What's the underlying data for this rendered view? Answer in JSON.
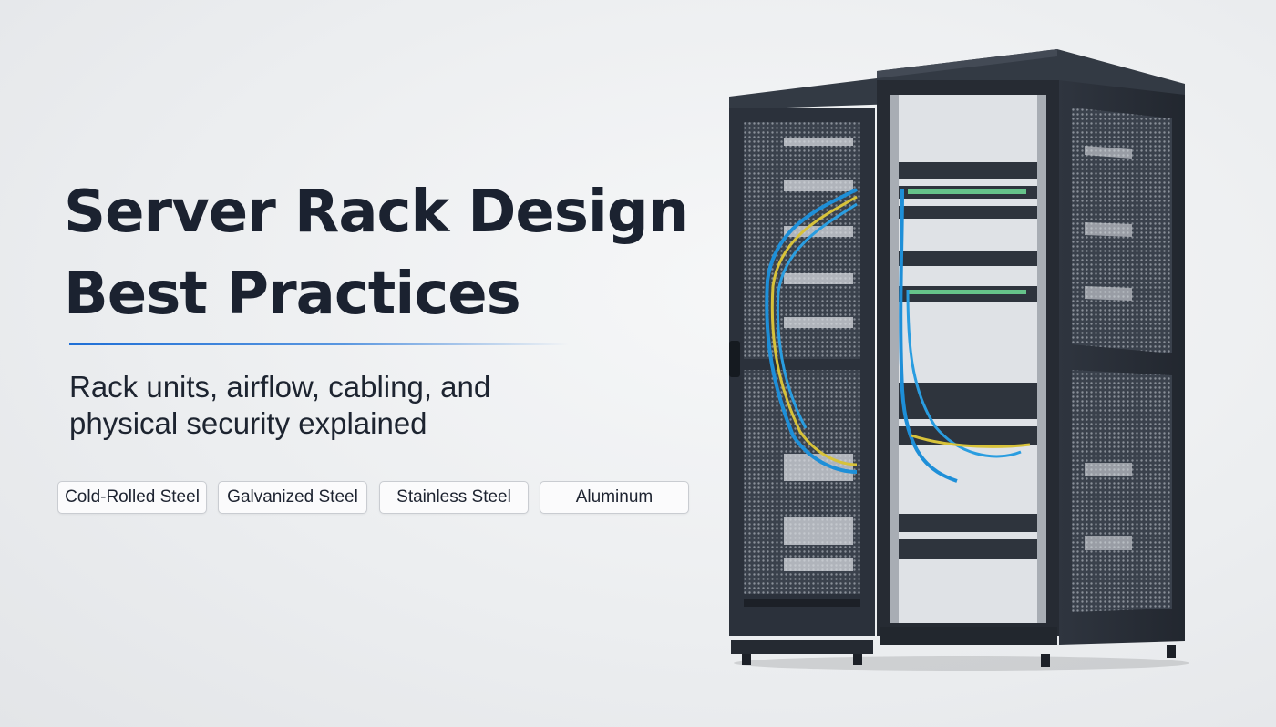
{
  "hero": {
    "title_line1": "Server Rack Design",
    "title_line2": "Best Practices",
    "subtitle_line1": "Rack units, airflow, cabling, and",
    "subtitle_line2": "physical security explained"
  },
  "materials": [
    {
      "label": "Cold-Rolled Steel"
    },
    {
      "label": "Galvanized Steel"
    },
    {
      "label": "Stainless Steel"
    },
    {
      "label": "Aluminum"
    }
  ],
  "colors": {
    "accent_line": "#1f6fd6",
    "title_text": "#1b2230",
    "rack_body": "#2b313b",
    "cable_blue": "#1e8fd8",
    "cable_yellow": "#d7c23a"
  },
  "image": {
    "icon": "server-rack-cabinet-icon"
  }
}
